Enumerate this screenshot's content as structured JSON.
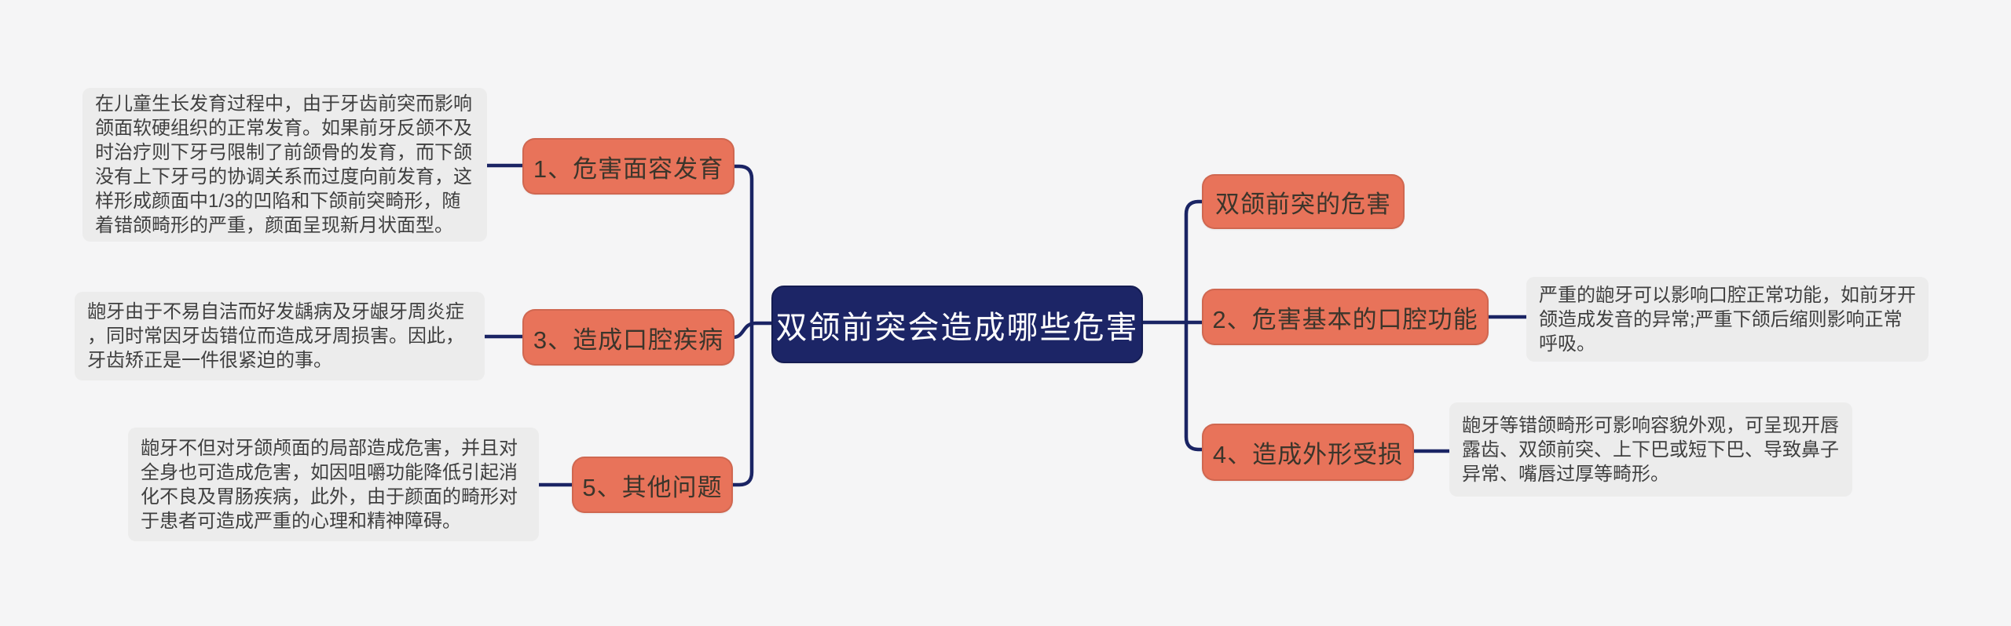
{
  "colors": {
    "background": "#f5f5f6",
    "node_accent": "#e8735a",
    "root_navy": "#1c2566",
    "note_background": "#ececec",
    "connector_line": "#1a2464"
  },
  "root": {
    "label": "双颌前突会造成哪些危害"
  },
  "left": {
    "branch1": {
      "label": "1、危害面容发育",
      "note": "在儿童生长发育过程中，由于牙齿前突而影响\n颌面软硬组织的正常发育。如果前牙反颌不及\n时治疗则下牙弓限制了前颌骨的发育，而下颌\n没有上下牙弓的协调关系而过度向前发育，这\n样形成颜面中1/3的凹陷和下颌前突畸形，随\n着错颌畸形的严重，颜面呈现新月状面型。"
    },
    "branch3": {
      "label": "3、造成口腔疾病",
      "note": "龅牙由于不易自洁而好发龋病及牙龈牙周炎症\n，同时常因牙齿错位而造成牙周损害。因此，\n牙齿矫正是一件很紧迫的事。"
    },
    "branch5": {
      "label": "5、其他问题",
      "note": "龅牙不但对牙颌颅面的局部造成危害，并且对\n全身也可造成危害，如因咀嚼功能降低引起消\n化不良及胃肠疾病，此外，由于颜面的畸形对\n于患者可造成严重的心理和精神障碍。"
    }
  },
  "right": {
    "branch_top": {
      "label": "双颌前突的危害"
    },
    "branch2": {
      "label": "2、危害基本的口腔功能",
      "note": "严重的龅牙可以影响口腔正常功能，如前牙开\n颌造成发音的异常;严重下颌后缩则影响正常\n呼吸。"
    },
    "branch4": {
      "label": "4、造成外形受损",
      "note": "龅牙等错颌畸形可影响容貌外观，可呈现开唇\n露齿、双颌前突、上下巴或短下巴、导致鼻子\n异常、嘴唇过厚等畸形。"
    }
  }
}
